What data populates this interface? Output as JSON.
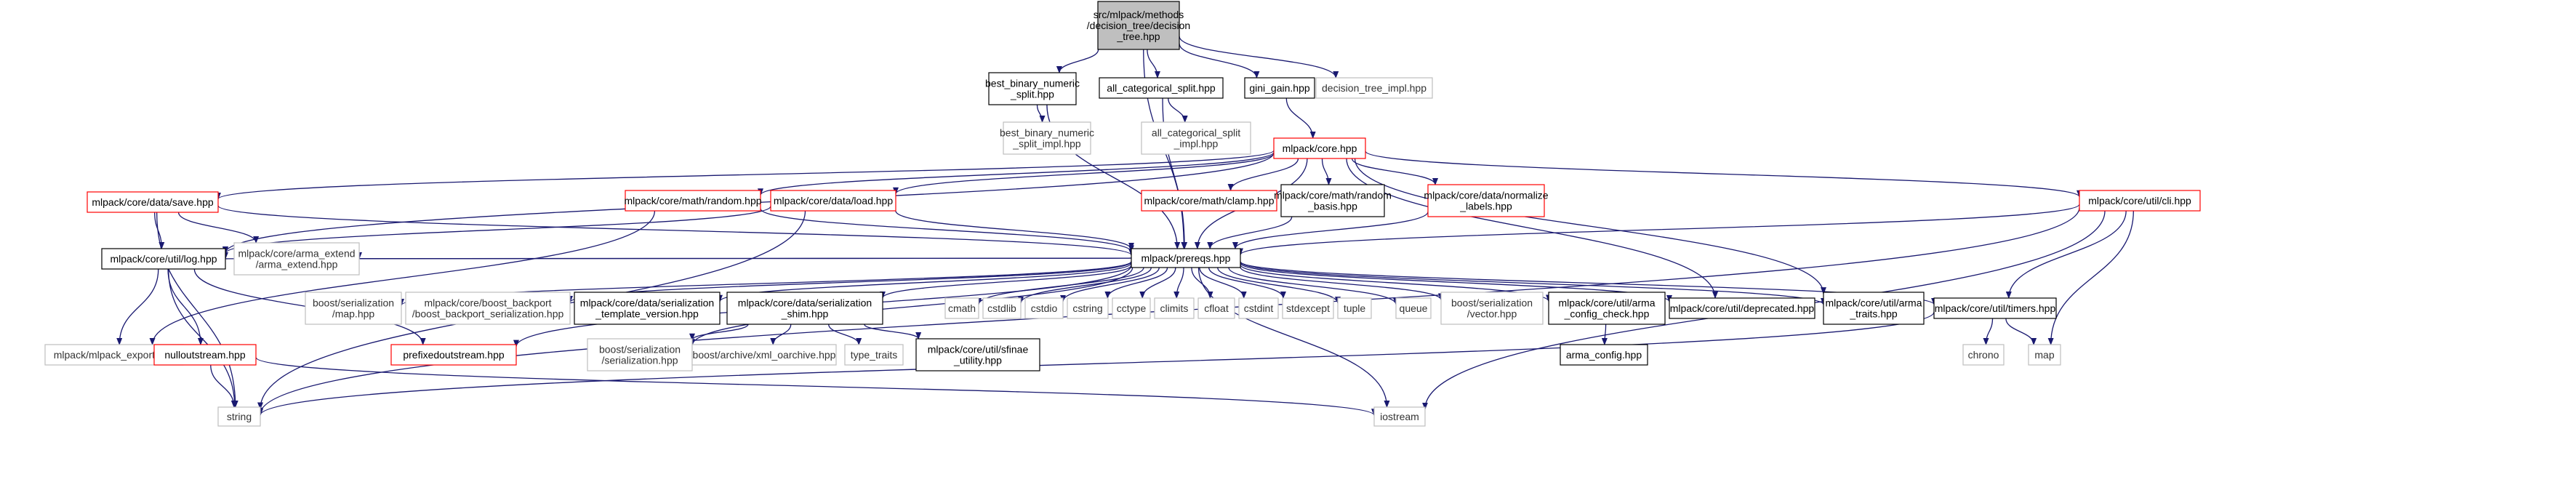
{
  "graph": {
    "style": {
      "edge_color": "#191970",
      "node_fill": "#ffffff",
      "root_fill": "#bfbfbf",
      "border_black": "#000000",
      "border_red": "#ff0000",
      "border_grey": "#bfbfbf"
    },
    "nodes": [
      {
        "id": "root",
        "lines": [
          "src/mlpack/methods",
          "/decision_tree/decision",
          "_tree.hpp"
        ],
        "style": "root"
      },
      {
        "id": "bbn",
        "lines": [
          "best_binary_numeric",
          "_split.hpp"
        ],
        "style": "black"
      },
      {
        "id": "acs",
        "lines": [
          "all_categorical_split.hpp"
        ],
        "style": "black"
      },
      {
        "id": "gini",
        "lines": [
          "gini_gain.hpp"
        ],
        "style": "black"
      },
      {
        "id": "dtimpl",
        "lines": [
          "decision_tree_impl.hpp"
        ],
        "style": "grey"
      },
      {
        "id": "bbnimpl",
        "lines": [
          "best_binary_numeric",
          "_split_impl.hpp"
        ],
        "style": "grey"
      },
      {
        "id": "acsimpl",
        "lines": [
          "all_categorical_split",
          "_impl.hpp"
        ],
        "style": "grey"
      },
      {
        "id": "core",
        "lines": [
          "mlpack/core.hpp"
        ],
        "style": "red"
      },
      {
        "id": "mrandom",
        "lines": [
          "mlpack/core/math/random.hpp"
        ],
        "style": "red"
      },
      {
        "id": "dload",
        "lines": [
          "mlpack/core/data/load.hpp"
        ],
        "style": "red"
      },
      {
        "id": "clamp",
        "lines": [
          "mlpack/core/math/clamp.hpp"
        ],
        "style": "red"
      },
      {
        "id": "rbasis",
        "lines": [
          "mlpack/core/math/random",
          "_basis.hpp"
        ],
        "style": "black"
      },
      {
        "id": "normlab",
        "lines": [
          "mlpack/core/data/normalize",
          "_labels.hpp"
        ],
        "style": "red"
      },
      {
        "id": "cli",
        "lines": [
          "mlpack/core/util/cli.hpp"
        ],
        "style": "red"
      },
      {
        "id": "dsave",
        "lines": [
          "mlpack/core/data/save.hpp"
        ],
        "style": "red"
      },
      {
        "id": "prereqs",
        "lines": [
          "mlpack/prereqs.hpp"
        ],
        "style": "black"
      },
      {
        "id": "log",
        "lines": [
          "mlpack/core/util/log.hpp"
        ],
        "style": "black"
      },
      {
        "id": "armaext",
        "lines": [
          "mlpack/core/arma_extend",
          "/arma_extend.hpp"
        ],
        "style": "grey"
      },
      {
        "id": "bsmap",
        "lines": [
          "boost/serialization",
          "/map.hpp"
        ],
        "style": "grey"
      },
      {
        "id": "bbackport",
        "lines": [
          "mlpack/core/boost_backport",
          "/boost_backport_serialization.hpp"
        ],
        "style": "grey"
      },
      {
        "id": "sertv",
        "lines": [
          "mlpack/core/data/serialization",
          "_template_version.hpp"
        ],
        "style": "black"
      },
      {
        "id": "sershim",
        "lines": [
          "mlpack/core/data/serialization",
          "_shim.hpp"
        ],
        "style": "black"
      },
      {
        "id": "cmath",
        "lines": [
          "cmath"
        ],
        "style": "grey"
      },
      {
        "id": "cstdlib",
        "lines": [
          "cstdlib"
        ],
        "style": "grey"
      },
      {
        "id": "cstdio",
        "lines": [
          "cstdio"
        ],
        "style": "grey"
      },
      {
        "id": "cstring",
        "lines": [
          "cstring"
        ],
        "style": "grey"
      },
      {
        "id": "cctype",
        "lines": [
          "cctype"
        ],
        "style": "grey"
      },
      {
        "id": "climits",
        "lines": [
          "climits"
        ],
        "style": "grey"
      },
      {
        "id": "cfloat",
        "lines": [
          "cfloat"
        ],
        "style": "grey"
      },
      {
        "id": "cstdint",
        "lines": [
          "cstdint"
        ],
        "style": "grey"
      },
      {
        "id": "stdexcept",
        "lines": [
          "stdexcept"
        ],
        "style": "grey"
      },
      {
        "id": "tuple",
        "lines": [
          "tuple"
        ],
        "style": "grey"
      },
      {
        "id": "queue",
        "lines": [
          "queue"
        ],
        "style": "grey"
      },
      {
        "id": "bsvector",
        "lines": [
          "boost/serialization",
          "/vector.hpp"
        ],
        "style": "grey"
      },
      {
        "id": "armacfg",
        "lines": [
          "mlpack/core/util/arma",
          "_config_check.hpp"
        ],
        "style": "black"
      },
      {
        "id": "deprecated",
        "lines": [
          "mlpack/core/util/deprecated.hpp"
        ],
        "style": "black"
      },
      {
        "id": "armatraits",
        "lines": [
          "mlpack/core/util/arma",
          "_traits.hpp"
        ],
        "style": "black"
      },
      {
        "id": "timers",
        "lines": [
          "mlpack/core/util/timers.hpp"
        ],
        "style": "black"
      },
      {
        "id": "mlexport",
        "lines": [
          "mlpack/mlpack_export.hpp"
        ],
        "style": "grey"
      },
      {
        "id": "nullout",
        "lines": [
          "nulloutstream.hpp"
        ],
        "style": "red"
      },
      {
        "id": "prefixed",
        "lines": [
          "prefixedoutstream.hpp"
        ],
        "style": "red"
      },
      {
        "id": "bsser",
        "lines": [
          "boost/serialization",
          "/serialization.hpp"
        ],
        "style": "grey"
      },
      {
        "id": "bxml",
        "lines": [
          "boost/archive/xml_oarchive.hpp"
        ],
        "style": "grey"
      },
      {
        "id": "typetraits",
        "lines": [
          "type_traits"
        ],
        "style": "grey"
      },
      {
        "id": "sfinae",
        "lines": [
          "mlpack/core/util/sfinae",
          "_utility.hpp"
        ],
        "style": "black"
      },
      {
        "id": "armaconfig",
        "lines": [
          "arma_config.hpp"
        ],
        "style": "black"
      },
      {
        "id": "chrono",
        "lines": [
          "chrono"
        ],
        "style": "grey"
      },
      {
        "id": "map",
        "lines": [
          "map"
        ],
        "style": "grey"
      },
      {
        "id": "string",
        "lines": [
          "string"
        ],
        "style": "grey"
      },
      {
        "id": "iostream",
        "lines": [
          "iostream"
        ],
        "style": "grey"
      }
    ],
    "edges": [
      [
        "root",
        "bbn"
      ],
      [
        "root",
        "acs"
      ],
      [
        "root",
        "gini"
      ],
      [
        "root",
        "dtimpl"
      ],
      [
        "root",
        "prereqs"
      ],
      [
        "bbn",
        "bbnimpl"
      ],
      [
        "bbn",
        "prereqs"
      ],
      [
        "acs",
        "acsimpl"
      ],
      [
        "acs",
        "prereqs"
      ],
      [
        "gini",
        "core"
      ],
      [
        "core",
        "mrandom"
      ],
      [
        "core",
        "dload"
      ],
      [
        "core",
        "clamp"
      ],
      [
        "core",
        "rbasis"
      ],
      [
        "core",
        "normlab"
      ],
      [
        "core",
        "cli"
      ],
      [
        "core",
        "prereqs"
      ],
      [
        "core",
        "log"
      ],
      [
        "core",
        "deprecated"
      ],
      [
        "core",
        "armatraits"
      ],
      [
        "core",
        "dsave"
      ],
      [
        "mrandom",
        "prereqs"
      ],
      [
        "mrandom",
        "mlexport"
      ],
      [
        "dload",
        "prereqs"
      ],
      [
        "dload",
        "log"
      ],
      [
        "dload",
        "string"
      ],
      [
        "rbasis",
        "prereqs"
      ],
      [
        "normlab",
        "prereqs"
      ],
      [
        "cli",
        "prereqs"
      ],
      [
        "cli",
        "timers"
      ],
      [
        "cli",
        "map"
      ],
      [
        "cli",
        "string"
      ],
      [
        "cli",
        "iostream"
      ],
      [
        "dsave",
        "prereqs"
      ],
      [
        "dsave",
        "log"
      ],
      [
        "dsave",
        "armaext"
      ],
      [
        "dsave",
        "string"
      ],
      [
        "prereqs",
        "log"
      ],
      [
        "prereqs",
        "armaext"
      ],
      [
        "prereqs",
        "bsmap"
      ],
      [
        "prereqs",
        "bbackport"
      ],
      [
        "prereqs",
        "sertv"
      ],
      [
        "prereqs",
        "sershim"
      ],
      [
        "prereqs",
        "cmath"
      ],
      [
        "prereqs",
        "cstdlib"
      ],
      [
        "prereqs",
        "cstdio"
      ],
      [
        "prereqs",
        "cstring"
      ],
      [
        "prereqs",
        "cctype"
      ],
      [
        "prereqs",
        "climits"
      ],
      [
        "prereqs",
        "cfloat"
      ],
      [
        "prereqs",
        "cstdint"
      ],
      [
        "prereqs",
        "stdexcept"
      ],
      [
        "prereqs",
        "tuple"
      ],
      [
        "prereqs",
        "queue"
      ],
      [
        "prereqs",
        "bsvector"
      ],
      [
        "prereqs",
        "armacfg"
      ],
      [
        "prereqs",
        "deprecated"
      ],
      [
        "prereqs",
        "armatraits"
      ],
      [
        "prereqs",
        "timers"
      ],
      [
        "prereqs",
        "bsser"
      ],
      [
        "prereqs",
        "iostream"
      ],
      [
        "prereqs",
        "prefixed"
      ],
      [
        "log",
        "mlexport"
      ],
      [
        "log",
        "nullout"
      ],
      [
        "log",
        "prefixed"
      ],
      [
        "log",
        "string"
      ],
      [
        "nullout",
        "string"
      ],
      [
        "nullout",
        "iostream"
      ],
      [
        "sershim",
        "bsser"
      ],
      [
        "sershim",
        "bxml"
      ],
      [
        "sershim",
        "typetraits"
      ],
      [
        "sershim",
        "sfinae"
      ],
      [
        "armacfg",
        "armaconfig"
      ],
      [
        "timers",
        "chrono"
      ],
      [
        "timers",
        "map"
      ],
      [
        "timers",
        "string"
      ]
    ]
  }
}
